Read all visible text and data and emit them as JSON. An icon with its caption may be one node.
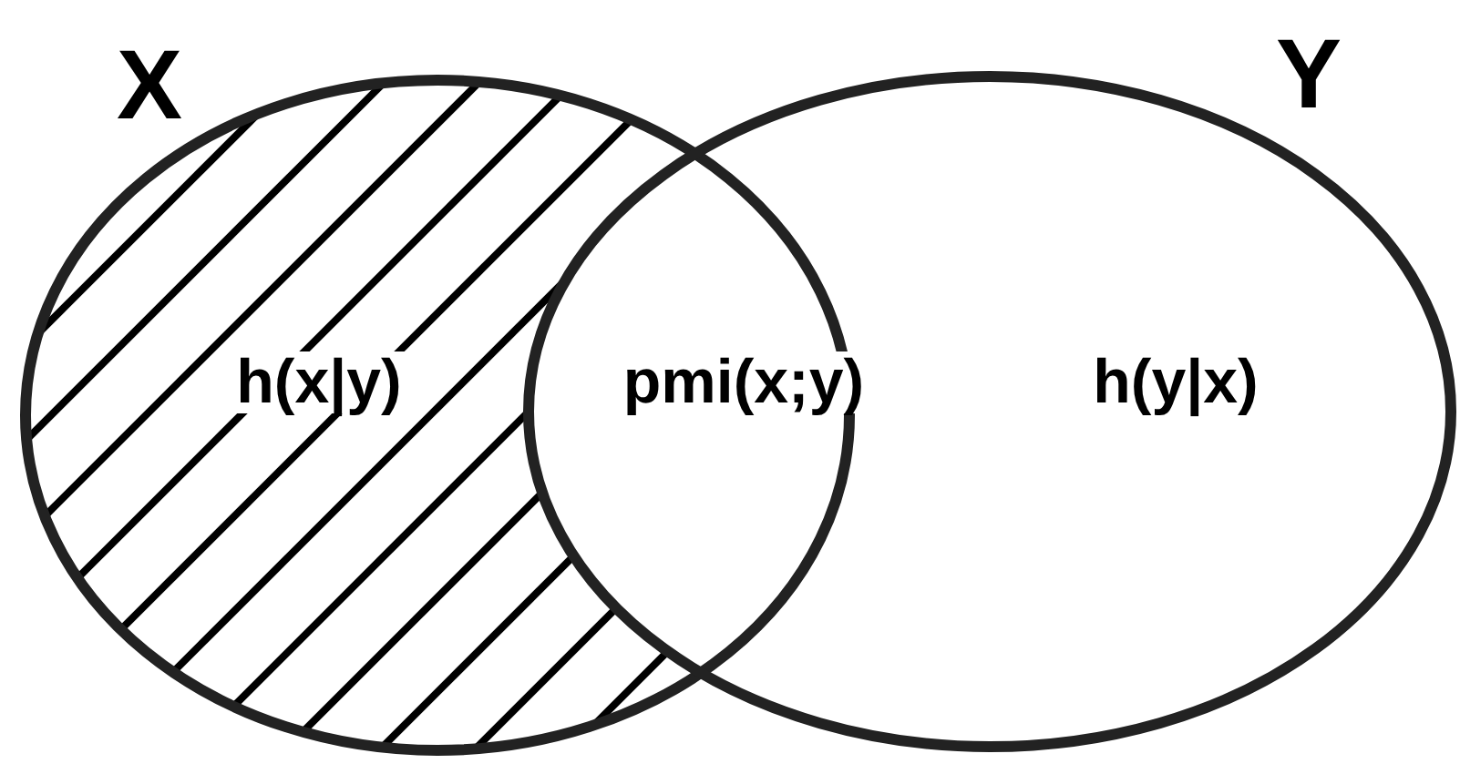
{
  "diagram": {
    "nodes": [
      {
        "text": [
          "X"
        ]
      },
      {
        "text": [
          "Y"
        ]
      }
    ],
    "labels": [
      "h(x|y)",
      "pmi(x;y)",
      "h(y|x)"
    ]
  }
}
